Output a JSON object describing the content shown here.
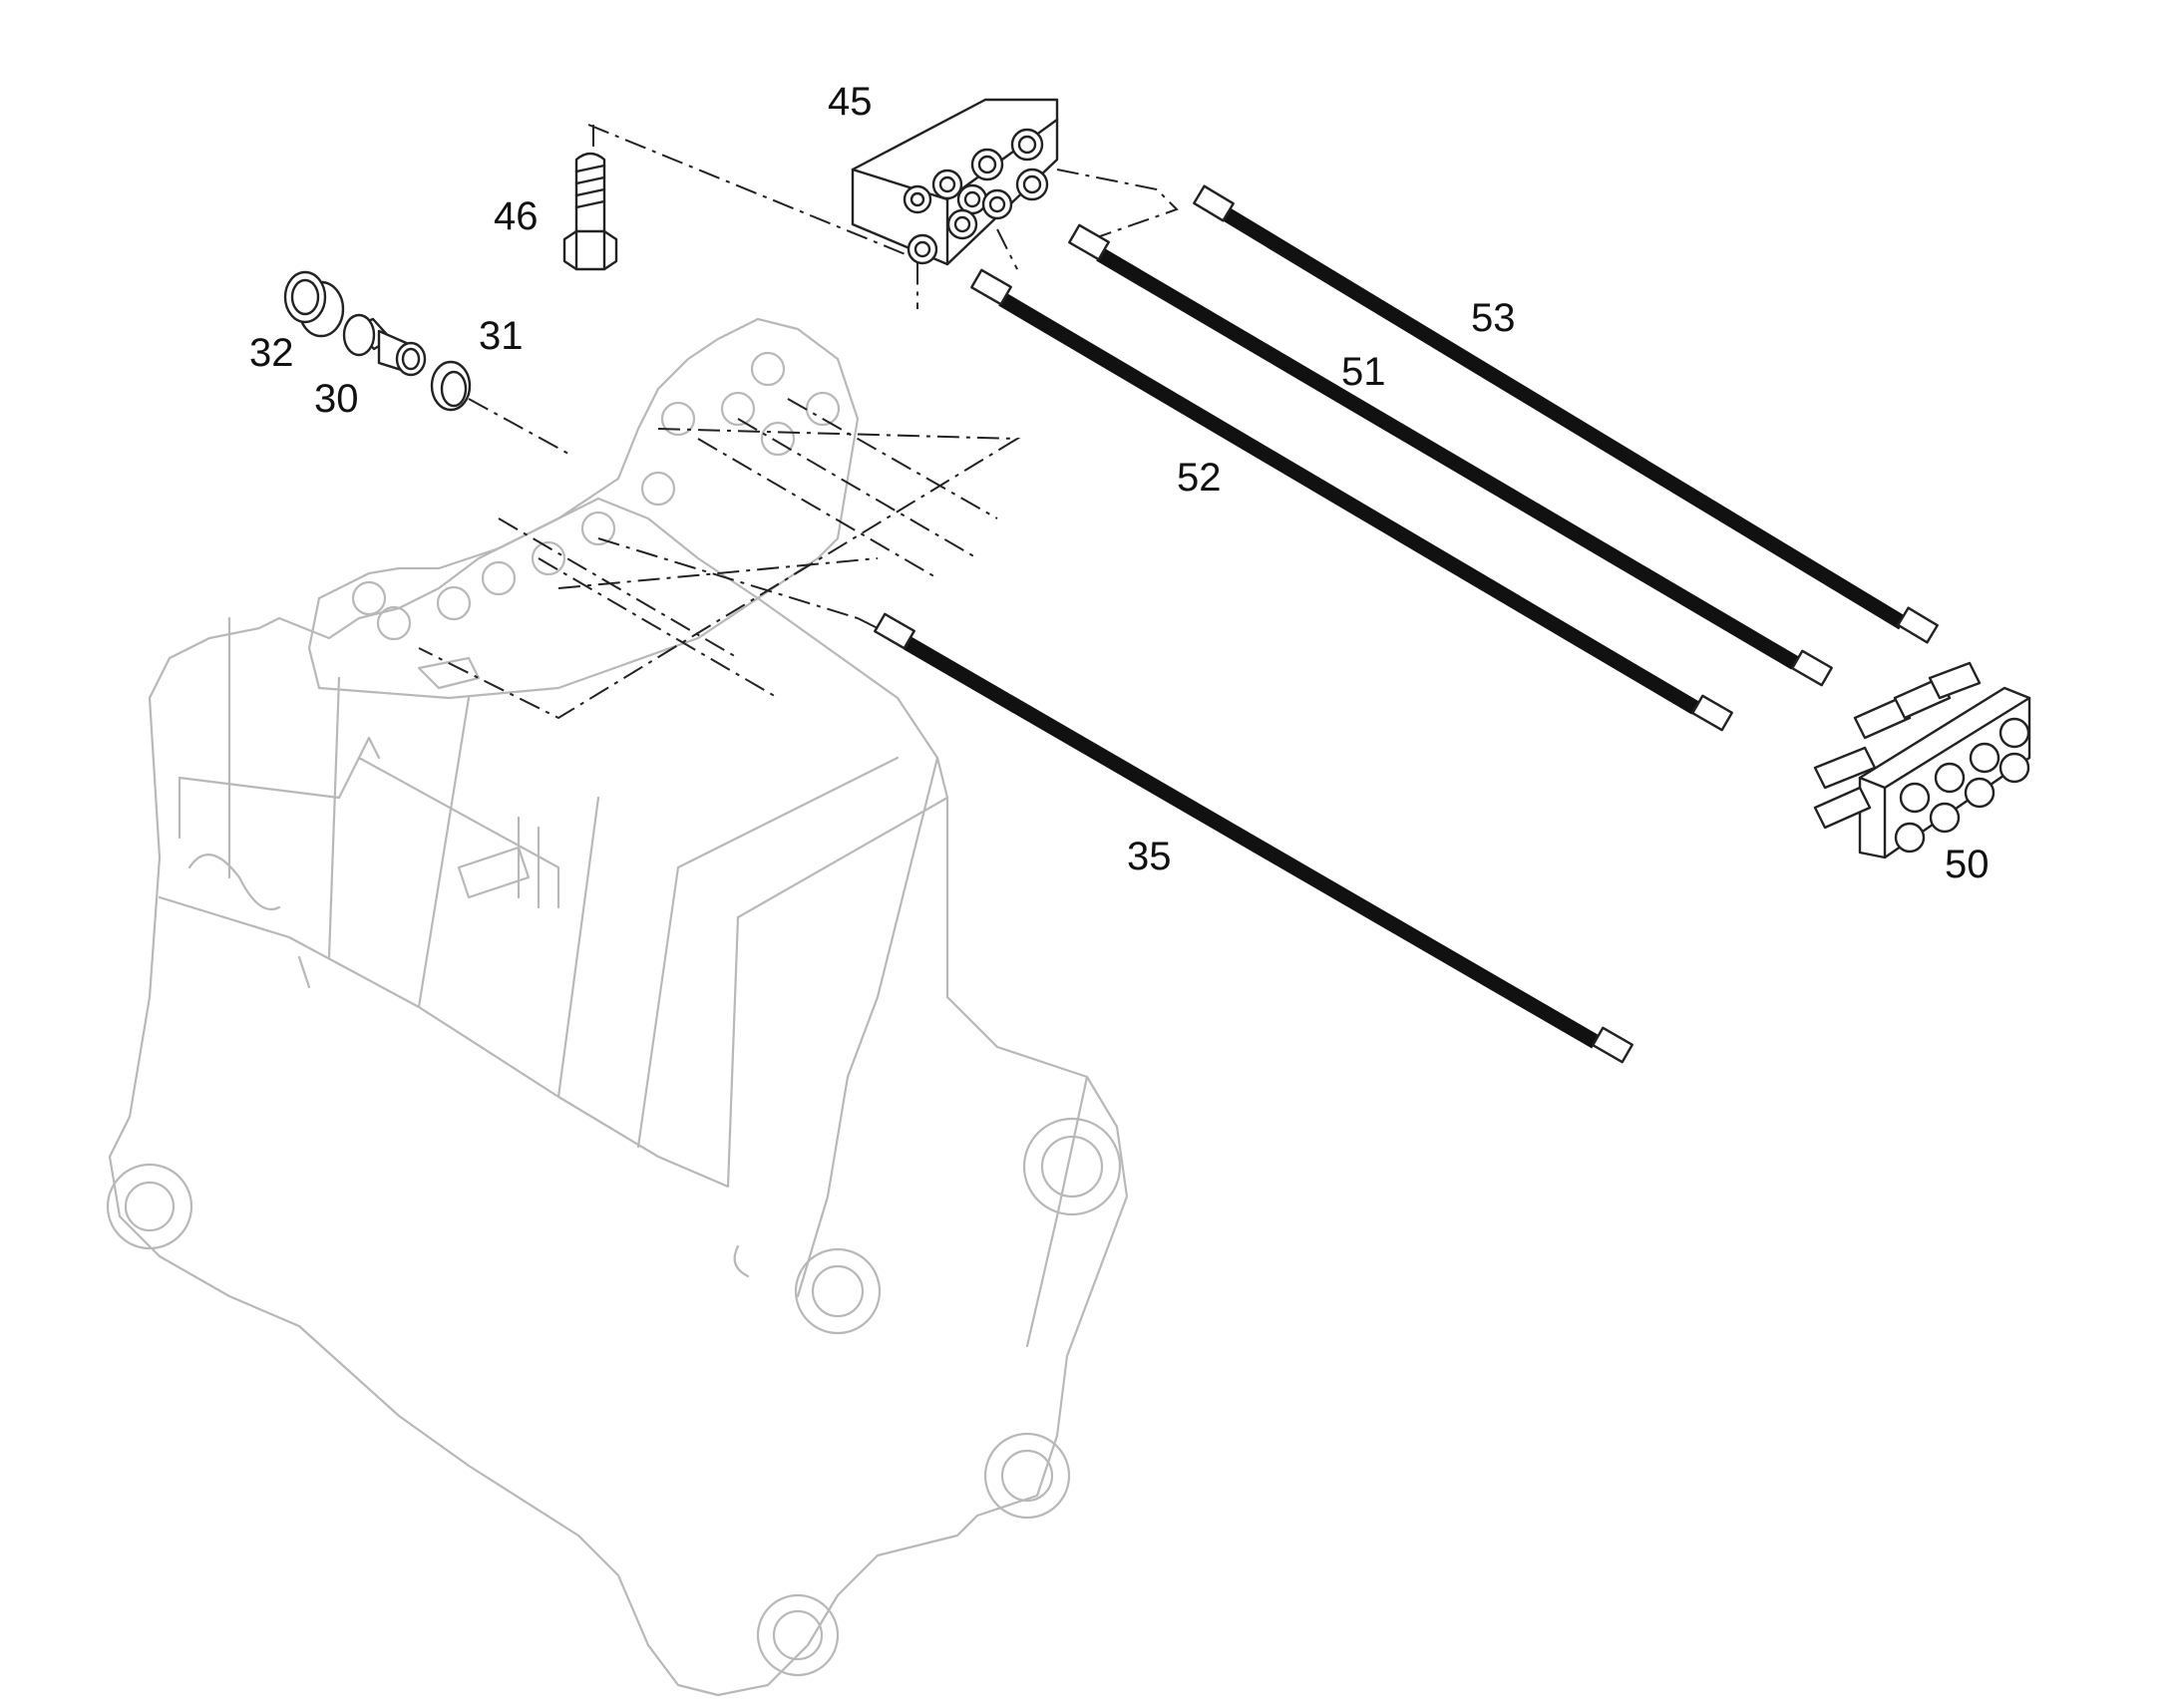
{
  "diagram": {
    "type": "exploded-parts-view",
    "labels": {
      "p30": "30",
      "p31": "31",
      "p32": "32",
      "p35": "35",
      "p45": "45",
      "p46": "46",
      "p50": "50",
      "p51": "51",
      "p52": "52",
      "p53": "53"
    },
    "colors": {
      "ink": "#222222",
      "hose": "#111111",
      "ghost_outline": "#b8b8b8",
      "background": "#ffffff"
    }
  }
}
